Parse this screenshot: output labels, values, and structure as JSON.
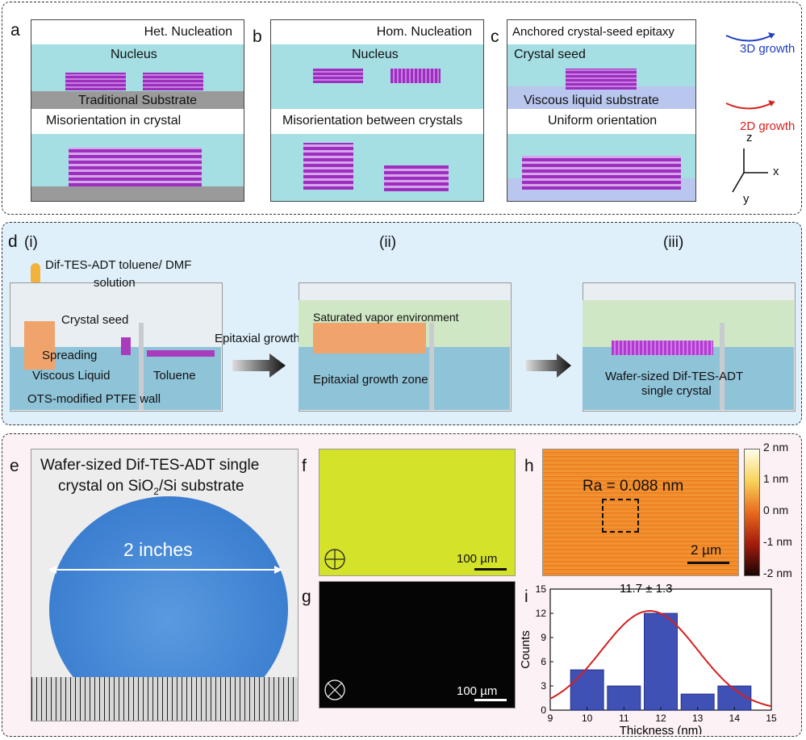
{
  "panel_a": {
    "letter": "a",
    "title": "Het. Nucleation",
    "nucleus": "Nucleus",
    "substrate": "Traditional Substrate",
    "subtitle": "Misorientation in crystal"
  },
  "panel_b": {
    "letter": "b",
    "title": "Hom. Nucleation",
    "nucleus": "Nucleus",
    "subtitle": "Misorientation between crystals"
  },
  "panel_c": {
    "letter": "c",
    "title": "Anchored crystal-seed epitaxy",
    "seed": "Crystal seed",
    "substrate": "Viscous liquid substrate",
    "subtitle": "Uniform orientation"
  },
  "legend": {
    "growth3d": "3D growth",
    "growth2d": "2D growth",
    "axis_z": "z",
    "axis_x": "x",
    "axis_y": "y",
    "color3d": "#1f3fbf",
    "color2d": "#d92020"
  },
  "panel_d": {
    "letter": "d",
    "step1": {
      "tag": "(i)",
      "solution": "Dif-TES-ADT toluene/ DMF",
      "solution2": "solution",
      "seed": "Crystal seed",
      "spreading": "Spreading",
      "liquid": "Viscous Liquid",
      "toluene": "Toluene",
      "wall": "OTS-modified PTFE wall"
    },
    "arrow1": "Epitaxial growth",
    "step2": {
      "tag": "(ii)",
      "vapor": "Saturated vapor environment",
      "zone": "Epitaxial growth zone"
    },
    "step3": {
      "tag": "(iii)",
      "product1": "Wafer-sized Dif-TES-ADT",
      "product2": "single crystal"
    }
  },
  "panel_e": {
    "letter": "e",
    "caption1": "Wafer-sized Dif-TES-ADT single",
    "caption2a": "crystal on SiO",
    "caption2sub": "2",
    "caption2b": "/Si substrate",
    "size": "2 inches"
  },
  "panel_f": {
    "letter": "f",
    "scale": "100 µm",
    "color": "#d4e22a"
  },
  "panel_g": {
    "letter": "g",
    "scale": "100 µm"
  },
  "panel_h": {
    "letter": "h",
    "ra": "Ra = 0.088 nm",
    "scale": "2 µm",
    "colorbar": [
      "2 nm",
      "1 nm",
      "0 nm",
      "-1 nm",
      "-2 nm"
    ]
  },
  "panel_i": {
    "letter": "i"
  },
  "chart_data": {
    "type": "bar",
    "title": "",
    "annotation": "11.7 ± 1.3",
    "xlabel": "Thickness (nm)",
    "ylabel": "Counts",
    "categories": [
      "10",
      "11",
      "12",
      "13",
      "14"
    ],
    "x": [
      10,
      11,
      12,
      13,
      14
    ],
    "values": [
      5,
      3,
      12,
      2,
      3
    ],
    "xlim": [
      9,
      15
    ],
    "ylim": [
      0,
      15
    ],
    "xticks": [
      "9",
      "10",
      "11",
      "12",
      "13",
      "14",
      "15"
    ],
    "yticks": [
      "0",
      "3",
      "6",
      "9",
      "12",
      "15"
    ],
    "fit": {
      "type": "gaussian",
      "mean": 11.7,
      "sd": 1.3,
      "peak": 12.3,
      "color": "#d42020"
    },
    "bar_color": "#3f51b5"
  }
}
